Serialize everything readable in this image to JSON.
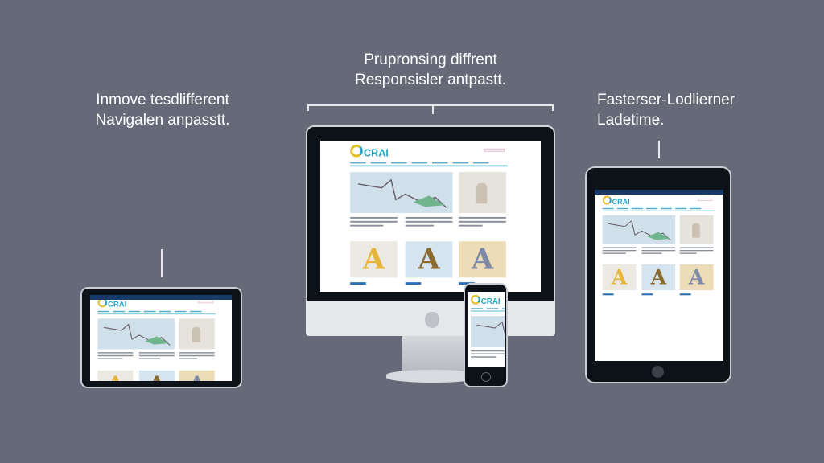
{
  "labels": {
    "left": [
      "Inmove tesdlifferent",
      "Navigalen anpasstt."
    ],
    "center": [
      "Prupronsing diffrent",
      "Responsisler antpastt."
    ],
    "right": [
      "Fasterser-Lodlierner",
      "Ladetime."
    ]
  },
  "site": {
    "logo": "CRAI",
    "tiles": [
      {
        "letter": "A",
        "bg": "#ece8e2",
        "color": "#e6b53a"
      },
      {
        "letter": "A",
        "bg": "#d5e4ee",
        "color": "#8a6a2e"
      },
      {
        "letter": "A",
        "bg": "#ecdcb8",
        "color": "#7d8aa8"
      }
    ]
  }
}
